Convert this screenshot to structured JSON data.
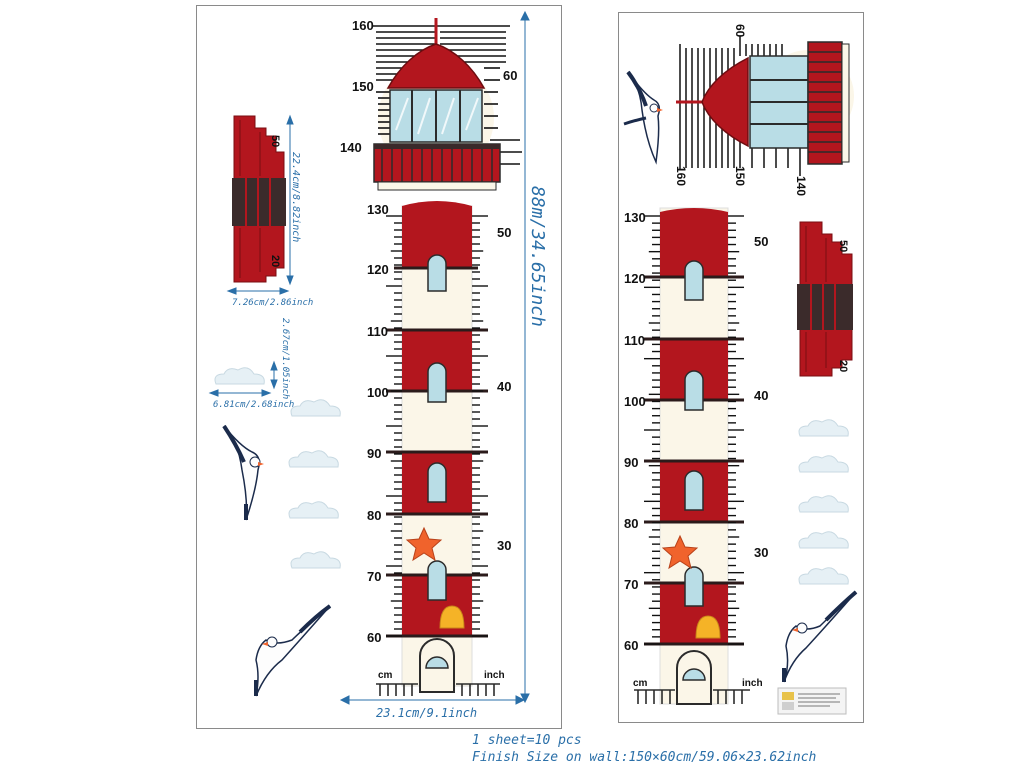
{
  "left_sheet": {
    "cm_ticks": [
      "160",
      "150",
      "140",
      "130",
      "120",
      "110",
      "100",
      "90",
      "80",
      "70",
      "60"
    ],
    "inch_ticks": [
      "60",
      "50",
      "40",
      "30"
    ],
    "base_cm_label": "cm",
    "base_inch_label": "inch",
    "height_dimension": "88m/34.65inch",
    "width_dimension": "23.1cm/9.1inch",
    "small_piece_height_dimension": "22.4cm/8.82inch",
    "small_piece_width_dimension": "7.26cm/2.86inch",
    "small_piece_top_tick": "50",
    "small_piece_bottom_tick": "20",
    "cloud_height_dimension": "2.67cm/1.05inch",
    "cloud_width_dimension": "6.81cm/2.68inch"
  },
  "right_sheet": {
    "lantern_ticks": [
      "160",
      "150",
      "140"
    ],
    "lantern_inch_tick": "60",
    "cm_ticks": [
      "130",
      "120",
      "110",
      "100",
      "90",
      "80",
      "70",
      "60"
    ],
    "inch_ticks": [
      "50",
      "40",
      "30"
    ],
    "base_cm_label": "cm",
    "base_inch_label": "inch",
    "small_piece_top_tick": "50",
    "small_piece_bottom_tick": "20"
  },
  "captions": {
    "pieces": "1 sheet=10 pcs",
    "finish_size": "Finish Size on wall:150×60cm/59.06×23.62inch"
  },
  "colors": {
    "tower_red": "#b3161e",
    "tower_cream": "#fbf6e8",
    "glass": "#b9dde6",
    "dimension_blue": "#2a6fa8",
    "starfish": "#f0632c",
    "shell": "#f5b327"
  }
}
